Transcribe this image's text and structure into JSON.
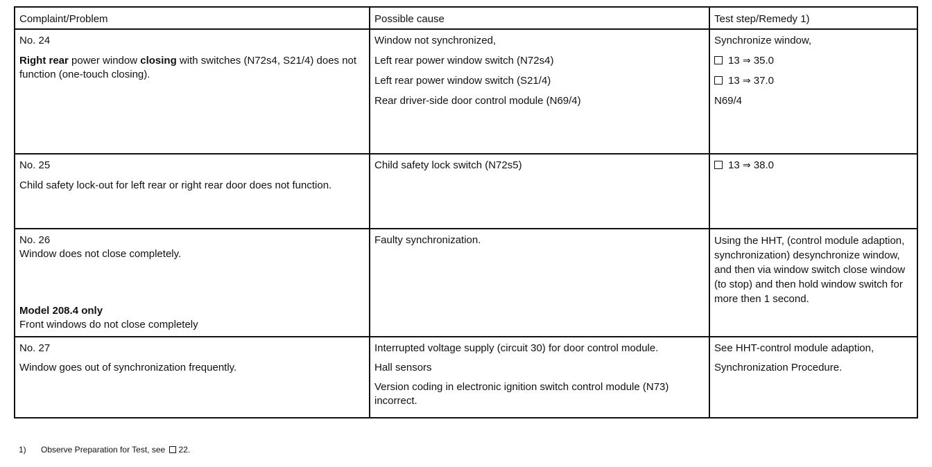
{
  "headers": {
    "complaint": "Complaint/Problem",
    "cause": "Possible cause",
    "remedy": "Test step/Remedy 1)"
  },
  "rows": [
    {
      "no": "No. 24",
      "desc_bold1": "Right rear",
      "desc_mid1": " power window ",
      "desc_bold2": "closing",
      "desc_rest": " with switches (N72s4, S21/4) does not function (one-touch closing).",
      "causes": [
        "Window not synchronized,",
        "Left rear power window switch (N72s4)",
        "Left rear power window switch (S21/4)",
        "Rear driver-side door control module (N69/4)"
      ],
      "remedy_text": "Synchronize window,",
      "remedy_refs": [
        "13",
        "13"
      ],
      "remedy_targets": [
        "35.0",
        "37.0"
      ],
      "remedy_last": "N69/4"
    },
    {
      "no": "No. 25",
      "desc": "Child safety lock-out for left rear or right rear door does not function.",
      "causes": [
        "Child safety lock switch (N72s5)"
      ],
      "remedy_ref": "13",
      "remedy_target": "38.0"
    },
    {
      "no": "No. 26",
      "desc": "Window does not close completely.",
      "model_label": "Model 208.4 only",
      "model_desc": "Front windows do not close completely",
      "causes": [
        "Faulty synchronization."
      ],
      "remedy": "Using the HHT, (control module adaption, synchronization) desynchronize window, and then via window switch close window (to stop) and then hold window switch for more then 1 second."
    },
    {
      "no": "No. 27",
      "desc": "Window goes out of synchronization frequently.",
      "causes": [
        "Interrupted voltage supply (circuit 30) for door control module.",
        "Hall sensors",
        "Version coding in electronic ignition switch control module (N73) incorrect."
      ],
      "remedy_lines": [
        "See HHT-control module adaption,",
        "Synchronization Procedure."
      ]
    }
  ],
  "footnote": {
    "marker": "1)",
    "text": "Observe Preparation for Test, see",
    "ref": "22."
  },
  "icons": {
    "reference": "square-reference-icon",
    "arrow": "right-double-arrow-icon"
  }
}
